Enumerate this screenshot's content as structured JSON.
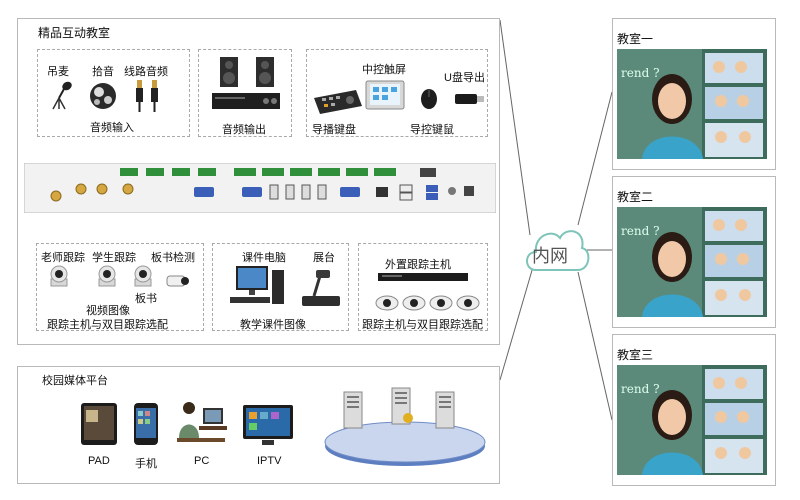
{
  "main_panel": {
    "title": "精品互动教室",
    "audio_input": {
      "items": [
        "吊麦",
        "拾音",
        "线路音频"
      ],
      "caption": "音频输入"
    },
    "audio_output": {
      "caption": "音频输出"
    },
    "control": {
      "touch_screen": "中控触屏",
      "usb_export": "U盘导出",
      "director_keyboard": "导播键盘",
      "guide_mouse": "导控键鼠"
    },
    "video": {
      "items": [
        "老师跟踪",
        "学生跟踪",
        "板书检测"
      ],
      "blackboard": "板书",
      "caption_1": "视频图像",
      "caption_2": "跟踪主机与双目跟踪选配"
    },
    "courseware": {
      "pc": "课件电脑",
      "booth": "展台",
      "caption": "教学课件图像"
    },
    "external": {
      "title": "外置跟踪主机",
      "caption": "跟踪主机与双目跟踪选配"
    }
  },
  "cloud": {
    "label": "内网"
  },
  "classrooms": [
    {
      "label": "教室一"
    },
    {
      "label": "教室二"
    },
    {
      "label": "教室三"
    }
  ],
  "media_panel": {
    "title": "校园媒体平台",
    "devices": [
      "PAD",
      "手机",
      "PC",
      "IPTV"
    ]
  },
  "colors": {
    "panel_border": "#b9b9b9",
    "cloud_stroke": "#7fc4b9",
    "terminal_green": "#2f8f3a"
  }
}
